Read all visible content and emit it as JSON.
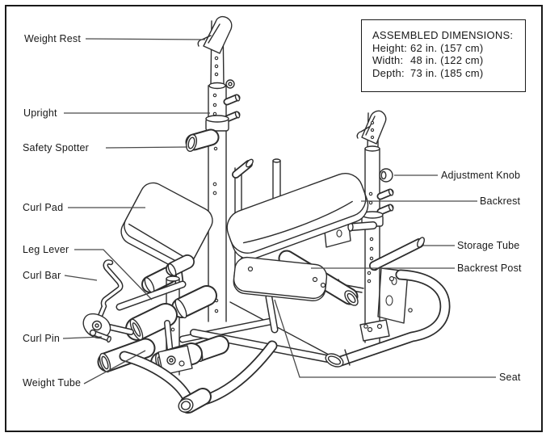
{
  "colors": {
    "background": "#ffffff",
    "page_border": "#1a1a1a",
    "ink": "#2d2d2d",
    "leader_line": "#4a4a4a",
    "text": "#191919"
  },
  "dimensions_box": {
    "title": "ASSEMBLED DIMENSIONS:",
    "rows": [
      {
        "label": "Height:",
        "value": "62 in. (157 cm)"
      },
      {
        "label": "Width:",
        "value": "48 in. (122 cm)"
      },
      {
        "label": "Depth:",
        "value": "73 in. (185 cm)"
      }
    ]
  },
  "diagram": {
    "labels": [
      {
        "id": "weight-rest",
        "text": "Weight Rest",
        "side": "left"
      },
      {
        "id": "upright",
        "text": "Upright",
        "side": "left"
      },
      {
        "id": "safety-spotter",
        "text": "Safety Spotter",
        "side": "left"
      },
      {
        "id": "curl-pad",
        "text": "Curl Pad",
        "side": "left"
      },
      {
        "id": "leg-lever",
        "text": "Leg Lever",
        "side": "left"
      },
      {
        "id": "curl-bar",
        "text": "Curl Bar",
        "side": "left"
      },
      {
        "id": "curl-pin",
        "text": "Curl Pin",
        "side": "left"
      },
      {
        "id": "weight-tube",
        "text": "Weight Tube",
        "side": "left"
      },
      {
        "id": "adjustment-knob",
        "text": "Adjustment Knob",
        "side": "right"
      },
      {
        "id": "backrest",
        "text": "Backrest",
        "side": "right"
      },
      {
        "id": "storage-tube",
        "text": "Storage Tube",
        "side": "right"
      },
      {
        "id": "backrest-post",
        "text": "Backrest Post",
        "side": "right"
      },
      {
        "id": "seat",
        "text": "Seat",
        "side": "right"
      }
    ]
  }
}
